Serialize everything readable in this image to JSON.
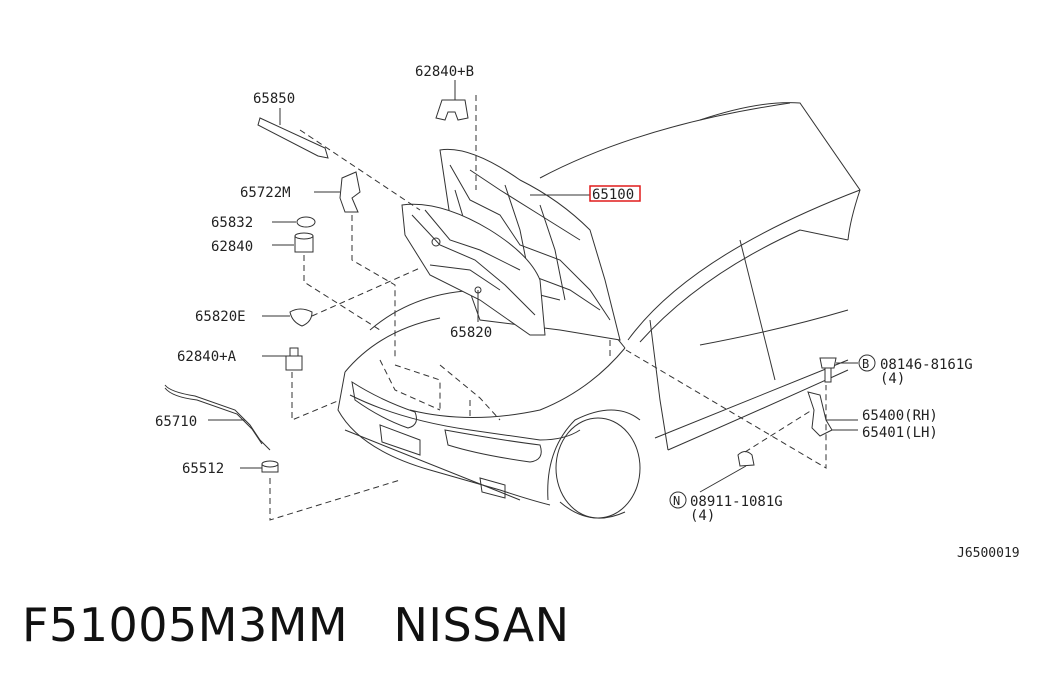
{
  "callouts": {
    "p62840b": "62840+B",
    "p65850": "65850",
    "p65722m": "65722M",
    "p65832": "65832",
    "p62840": "62840",
    "p65820e": "65820E",
    "p65820": "65820",
    "p62840a": "62840+A",
    "p65710": "65710",
    "p65512": "65512",
    "p65100": "65100",
    "p65400": "65400(RH)",
    "p65401": "65401(LH)",
    "bolt_b": "08146-8161G",
    "bolt_b_qty": "(4)",
    "nut_n": "08911-1081G",
    "nut_n_qty": "(4)"
  },
  "markers": {
    "b": "B",
    "n": "N"
  },
  "diagram_code": "J6500019",
  "caption": "F51005M3MM   NISSAN",
  "colors": {
    "highlight": "#e11b1b",
    "line": "#333333"
  }
}
